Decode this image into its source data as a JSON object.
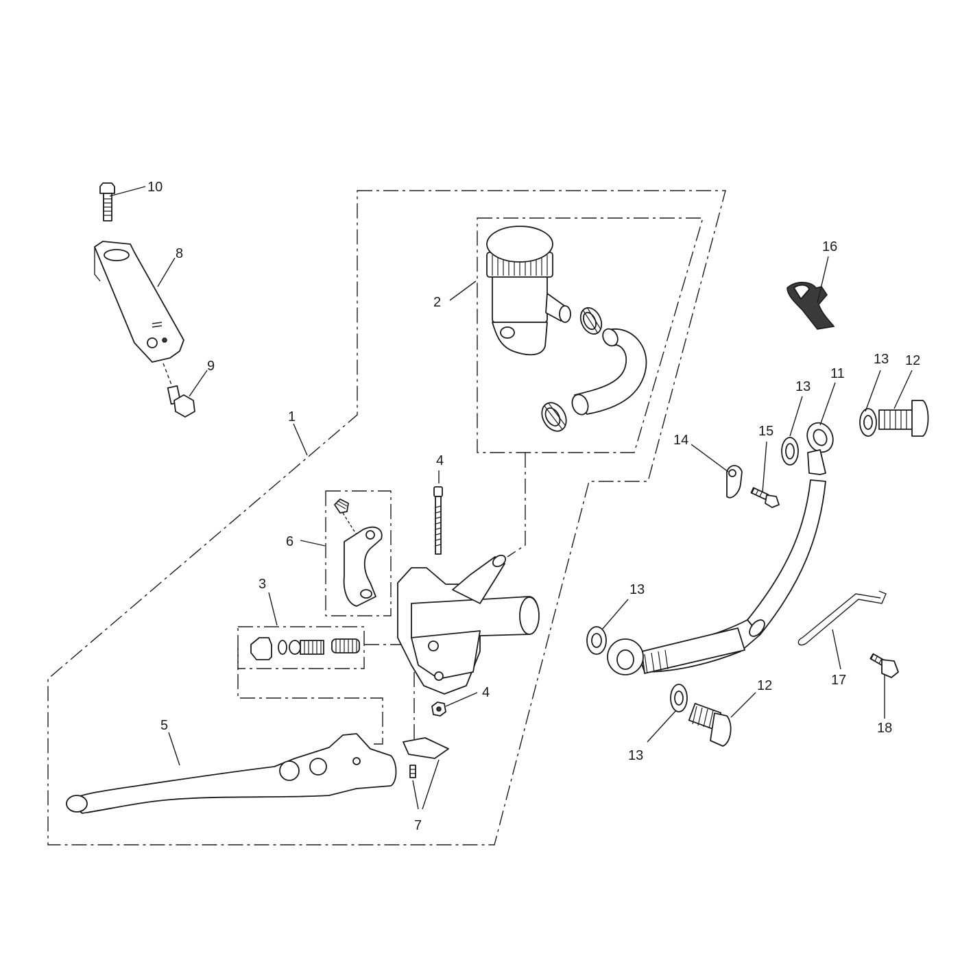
{
  "labels": {
    "l1": "1",
    "l2": "2",
    "l3": "3",
    "l4a": "4",
    "l4b": "4",
    "l5": "5",
    "l6": "6",
    "l7": "7",
    "l8": "8",
    "l9": "9",
    "l10": "10",
    "l11": "11",
    "l12a": "12",
    "l12b": "12",
    "l13a": "13",
    "l13b": "13",
    "l13c": "13",
    "l13d": "13",
    "l14": "14",
    "l15": "15",
    "l16": "16",
    "l17": "17",
    "l18": "18"
  }
}
